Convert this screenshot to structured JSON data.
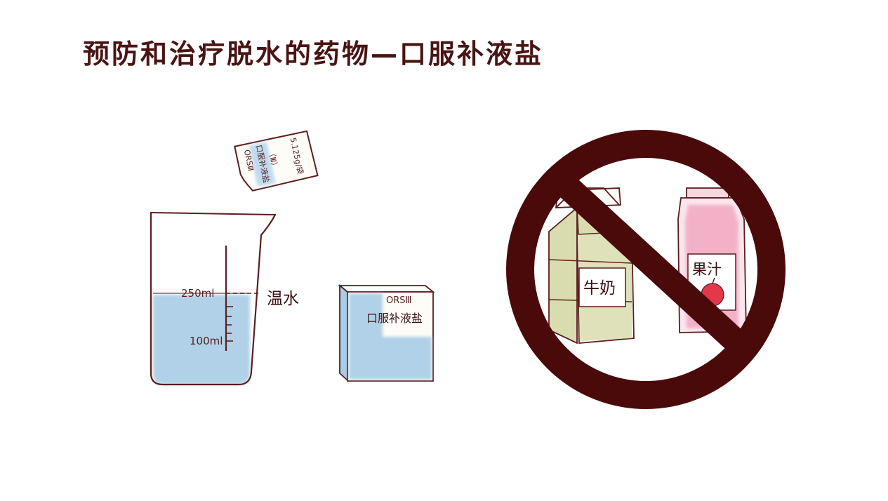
{
  "title": "预防和治疗脱水的药物—口服补液盐",
  "sachet": {
    "line1": "ORSⅢ",
    "line2": "口服补液盐",
    "line3": "（Ⅲ）",
    "line4": "5.125g/袋"
  },
  "beaker": {
    "mark_250": "250ml",
    "mark_100": "100ml",
    "label": "温水"
  },
  "box": {
    "brand": "ORSⅢ",
    "name": "口服补液盐"
  },
  "milk": {
    "label": "牛奶"
  },
  "juice": {
    "label": "果汁"
  },
  "colors": {
    "outline": "#5b1e1e",
    "water": "#a8cde6",
    "milk": "#d8dcae",
    "juice": "#f2a5bf",
    "prohibit": "#4a0a0a",
    "apple": "#e2384a"
  }
}
